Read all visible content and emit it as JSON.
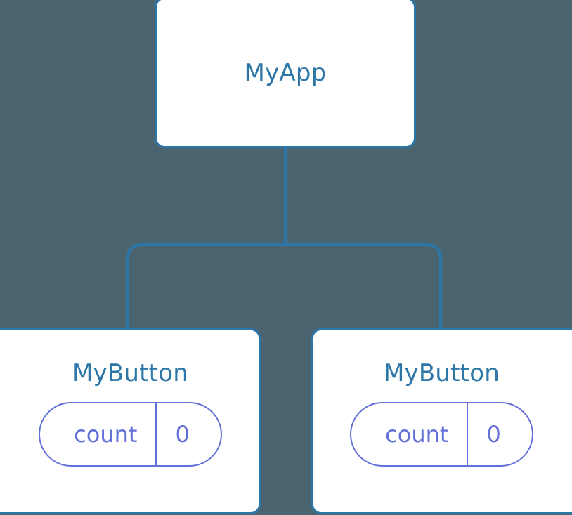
{
  "theme": {
    "background": "#4a6570",
    "node_fill": "#ffffff",
    "node_border": "#2c76a8",
    "node_title_color": "#2c76a8",
    "connector_color": "#2c76a8",
    "pill_border": "#6370d8",
    "pill_text": "#6370d8"
  },
  "tree": {
    "root": {
      "title": "MyApp"
    },
    "children": [
      {
        "title": "MyButton",
        "state": {
          "key": "count",
          "value": "0"
        }
      },
      {
        "title": "MyButton",
        "state": {
          "key": "count",
          "value": "0"
        }
      }
    ]
  }
}
